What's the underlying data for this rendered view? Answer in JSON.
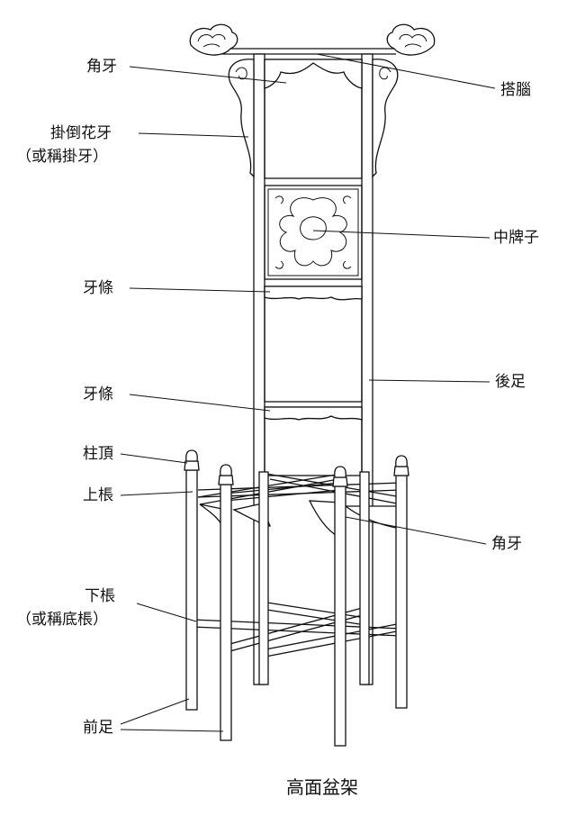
{
  "caption": "高面盆架",
  "labels": {
    "jiaoya_top": "角牙",
    "guadao_huaya": "掛倒花牙",
    "guadao_huaya_alt": "（或稱掛牙）",
    "yatiao_1": "牙條",
    "yatiao_2": "牙條",
    "zhuding": "柱頂",
    "shangchang": "上棖",
    "xiachang": "下棖",
    "xiachang_alt": "（或稱底棖）",
    "qianzu": "前足",
    "danao": "搭腦",
    "zhongpaizi": "中牌子",
    "houzu": "後足",
    "jiaoya_right": "角牙"
  }
}
